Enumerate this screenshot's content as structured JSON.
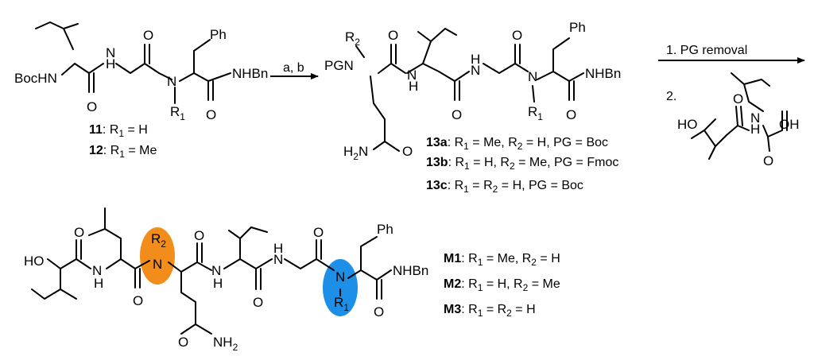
{
  "colors": {
    "orange_highlight": "#F28C1B",
    "blue_highlight": "#1E8FE6",
    "ink": "#000000"
  },
  "atoms": {
    "BocHN": "BocHN",
    "HN": "H",
    "N_top": "N",
    "N": "N",
    "O": "O",
    "R1": "R",
    "R1_sub": "1",
    "R2": "R",
    "R2_sub": "2",
    "Ph": "Ph",
    "NHBn": "NHBn",
    "PGN": "PGN",
    "H": "H",
    "H2N": "H",
    "H2N_sub": "2",
    "H2N_N": "N",
    "NH2": "NH",
    "NH2_sub": "2",
    "HO": "HO",
    "OH": "OH"
  },
  "arrows": {
    "step1": "a, b",
    "step2_line1": "1. PG removal",
    "step2_line2": "2."
  },
  "compounds": {
    "c11": {
      "id": "11",
      "text": ": R",
      "sub": "1",
      "rest": " = H"
    },
    "c12": {
      "id": "12",
      "text": ": R",
      "sub": "1",
      "rest": " = Me"
    },
    "c13a": {
      "id": "13a",
      "p1": ": R",
      "s1": "1",
      "p2": " = Me, R",
      "s2": "2",
      "p3": " = H, PG = Boc"
    },
    "c13b": {
      "id": "13b",
      "p1": ": R",
      "s1": "1",
      "p2": " = H, R",
      "s2": "2",
      "p3": " = Me, PG = Fmoc"
    },
    "c13c": {
      "id": "13c",
      "p1": ": R",
      "s1": "1",
      "p2": " = R",
      "s2": "2",
      "p3": " = H, PG = Boc"
    },
    "M1": {
      "id": "M1",
      "p1": ": R",
      "s1": "1",
      "p2": " = Me, R",
      "s2": "2",
      "p3": " = H"
    },
    "M2": {
      "id": "M2",
      "p1": ": R",
      "s1": "1",
      "p2": " = H, R",
      "s2": "2",
      "p3": " = Me"
    },
    "M3": {
      "id": "M3",
      "p1": ": R",
      "s1": "1",
      "p2": " = R",
      "s2": "2",
      "p3": " = H"
    }
  }
}
